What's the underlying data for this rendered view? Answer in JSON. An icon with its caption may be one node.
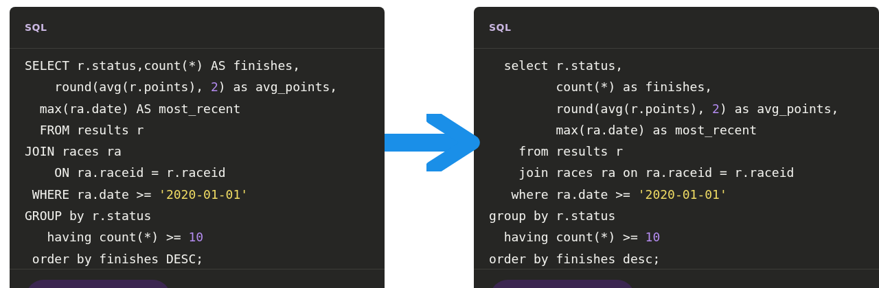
{
  "diagram": {
    "nodes": [
      {
        "text": [
          "SQL",
          "SELECT r.status,count(*) AS finishes,",
          "    round(avg(r.points), 2) as avg_points,",
          "  max(ra.date) AS most_recent",
          "  FROM results r",
          "JOIN races ra",
          "    ON ra.raceid = r.raceid",
          " WHERE ra.date >= '2020-01-01'",
          "GROUP by r.status",
          "   having count(*) >= 10",
          " order by finishes DESC;"
        ]
      },
      {
        "text": [
          "SQL",
          "  select r.status,",
          "         count(*) as finishes,",
          "         round(avg(r.points), 2) as avg_points,",
          "         max(ra.date) as most_recent",
          "    from results r",
          "    join races ra on ra.raceid = r.raceid",
          "   where ra.date >= '2020-01-01'",
          "group by r.status",
          "  having count(*) >= 10",
          "order by finishes desc;"
        ]
      }
    ],
    "edges": [
      {
        "from": 0,
        "to": 1,
        "arrow": "to"
      }
    ]
  }
}
